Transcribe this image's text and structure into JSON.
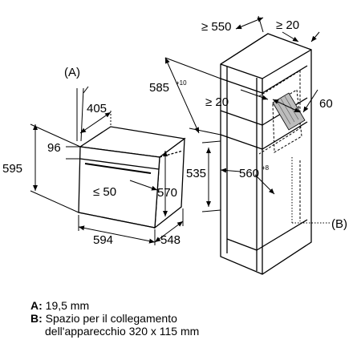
{
  "labels": {
    "a_marker": "(A)",
    "b_marker": "(B)"
  },
  "oven_dimensions": {
    "depth_top": "405",
    "total_height": "595",
    "panel_height": "96",
    "gap_depth": "≤ 50",
    "body_height": "570",
    "width": "594",
    "depth": "548"
  },
  "cabinet_dimensions": {
    "min_width": "≥ 550",
    "min_top_gap": "≥ 20",
    "niche_height": "585",
    "niche_height_tol": "+10",
    "min_rear_gap": "≥ 20",
    "vent_depth": "60",
    "niche_height_min": "535",
    "niche_width": "560",
    "niche_width_tol": "+8"
  },
  "legend": [
    {
      "key": "A:",
      "text": "19,5 mm"
    },
    {
      "key": "B:",
      "text": "Spazio per il collegamento"
    },
    {
      "key": "",
      "text": "dell'apparecchio 320 x 115 mm"
    }
  ]
}
